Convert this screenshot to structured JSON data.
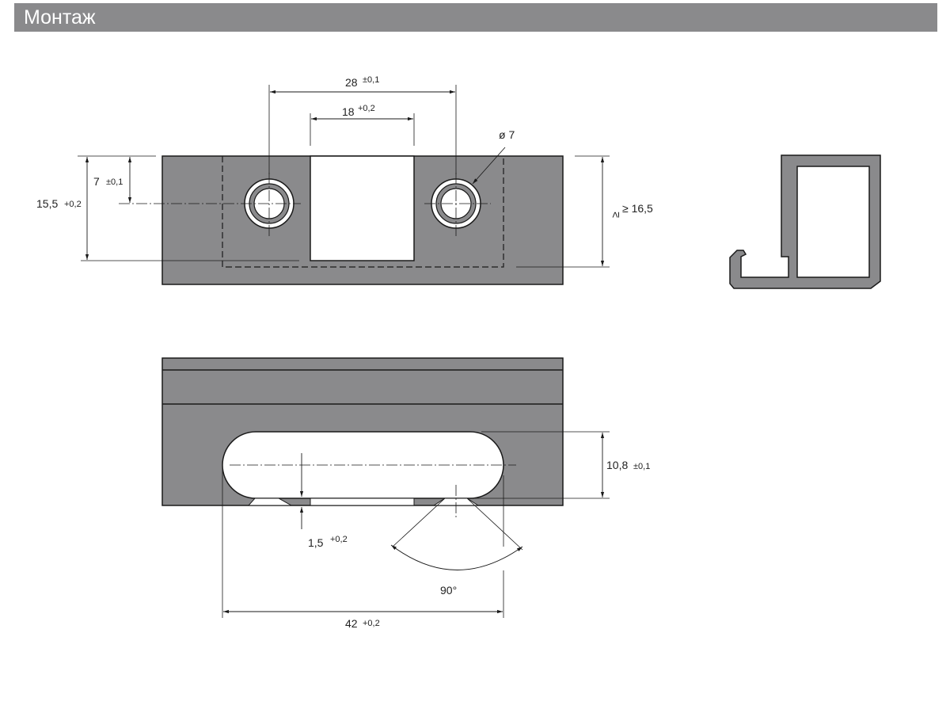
{
  "header": {
    "title": "Монтаж",
    "bar_color": "#8a8a8c"
  },
  "colors": {
    "part_fill": "#8a8a8c",
    "line": "#1a1a1a",
    "hole": "#ffffff"
  },
  "dimensions": {
    "d28": {
      "value": "28",
      "tol": "±0,1"
    },
    "d18": {
      "value": "18",
      "tol": "+0,2"
    },
    "d7dia": {
      "value": "ø 7"
    },
    "d7": {
      "value": "7",
      "tol": "±0,1"
    },
    "d15_5": {
      "value": "15,5",
      "tol": "+0,2"
    },
    "d16_5": {
      "value": "≥ 16,5"
    },
    "d10_8": {
      "value": "10,8",
      "tol": "±0,1"
    },
    "d1_5": {
      "value": "1,5",
      "tol": "+0,2"
    },
    "angle": {
      "value": "90°"
    },
    "d42": {
      "value": "42",
      "tol": "+0,2"
    }
  }
}
